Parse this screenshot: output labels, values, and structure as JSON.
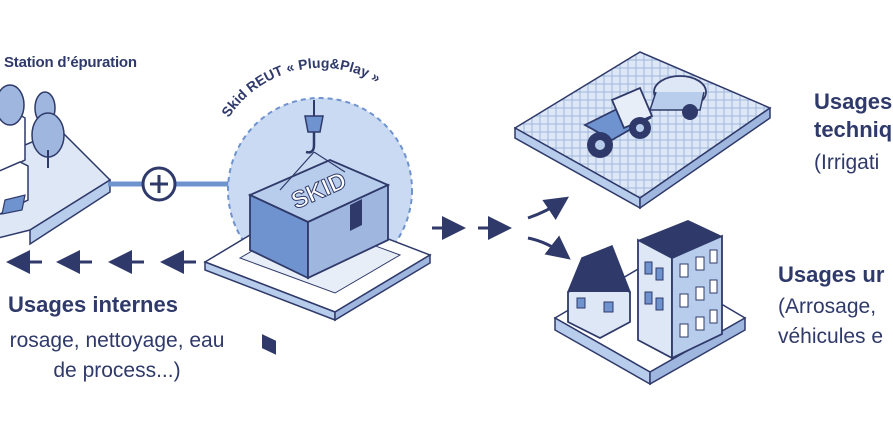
{
  "station": {
    "label": "Station d’épuration"
  },
  "skid": {
    "arc_label": "Skid REUT « Plug&Play »",
    "container_label": "SKID"
  },
  "internal_uses": {
    "title": "Usages internes",
    "desc_line1": "rosage, nettoyage, eau",
    "desc_line2": "de process...)"
  },
  "technical_uses": {
    "title_line1": "Usages",
    "title_line2": "techniq",
    "desc": "(Irrigati"
  },
  "urban_uses": {
    "title": "Usages ur",
    "desc_line1": "(Arrosage,",
    "desc_line2": "véhicules e"
  },
  "colors": {
    "navy": "#2f3a6a",
    "light_blue": "#b8cdec",
    "pale_blue": "#dde7f6",
    "mid_blue": "#6f93cf",
    "circle_fill": "#c9daf2"
  },
  "icons": [
    "plus-icon",
    "arrow-icon",
    "tractor-icon",
    "building-icon",
    "house-icon",
    "tree-icon",
    "crane-hook-icon"
  ]
}
